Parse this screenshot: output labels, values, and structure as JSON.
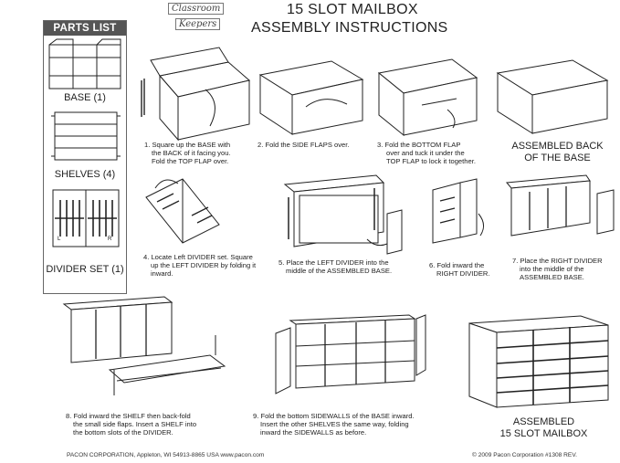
{
  "logo": {
    "line1": "Classroom",
    "line2": "Keepers"
  },
  "title": {
    "line1": "15 SLOT MAILBOX",
    "line2": "ASSEMBLY INSTRUCTIONS"
  },
  "parts_list": {
    "header": "PARTS LIST",
    "base": "BASE (1)",
    "shelves": "SHELVES (4)",
    "divider_set": "DIVIDER SET (1)",
    "divider_left_mark": "L",
    "divider_right_mark": "R"
  },
  "steps": {
    "s1": [
      "1.  Square up the BASE with",
      "the BACK of it facing you.",
      "Fold the TOP FLAP over."
    ],
    "s2": [
      "2.  Fold the SIDE FLAPS over."
    ],
    "s3": [
      "3.  Fold the BOTTOM FLAP",
      "over and tuck it under the",
      "TOP FLAP to lock it together."
    ],
    "assembled_back": [
      "ASSEMBLED BACK",
      "OF THE BASE"
    ],
    "s4": [
      "4.  Locate Left DIVIDER set. Square",
      "up the LEFT DIVIDER by folding it",
      "inward."
    ],
    "s5": [
      "5.  Place the LEFT DIVIDER into the",
      "middle of the ASSEMBLED BASE."
    ],
    "s6": [
      "6.  Fold inward the",
      "RIGHT DIVIDER."
    ],
    "s7": [
      "7.  Place the  RIGHT DIVIDER",
      "into the middle of the",
      "ASSEMBLED BASE."
    ],
    "s8": [
      "8.  Fold inward the SHELF then back-fold",
      "the small side flaps.  Insert a SHELF into",
      "the bottom slots of the DIVIDER."
    ],
    "s9": [
      "9.  Fold the bottom SIDEWALLS of the BASE inward.",
      "Insert the other SHELVES the same way, folding",
      "inward the SIDEWALLS as before."
    ],
    "assembled_final": [
      "ASSEMBLED",
      "15 SLOT MAILBOX"
    ]
  },
  "footer": {
    "left": "PACON CORPORATION, Appleton, WI 54913-8865 USA   www.pacon.com",
    "right": "© 2009 Pacon Corporation          #1308 REV."
  }
}
